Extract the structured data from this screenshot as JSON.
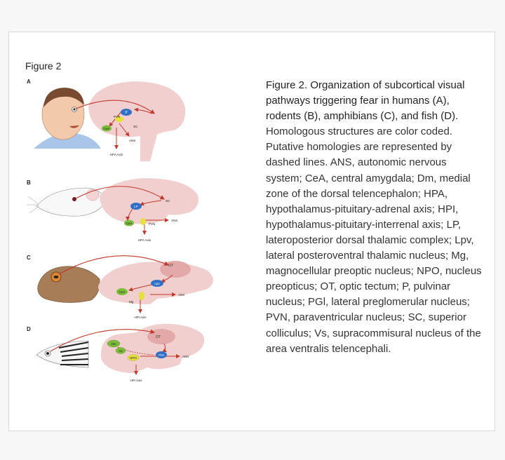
{
  "figure": {
    "label": "Figure 2",
    "panels": [
      {
        "letter": "A",
        "labels": {
          "p": "P",
          "pvn": "PVN",
          "sc": "SC",
          "cea": "CeA",
          "ans": "ANS",
          "axis": "HPA Axis"
        }
      },
      {
        "letter": "B",
        "labels": {
          "sc": "SC",
          "lp": "LP",
          "cea": "CeA",
          "pvn": "PVN",
          "ans": "ANS",
          "axis": "HPA Axis"
        }
      },
      {
        "letter": "C",
        "labels": {
          "ot": "OT",
          "lpv": "Lpv",
          "cea": "CeA",
          "mg": "Mg",
          "ans": "ANS",
          "axis": "HPI Axis"
        }
      },
      {
        "letter": "D",
        "labels": {
          "dm": "Dm",
          "vs": "Vs",
          "npo": "NPO",
          "ot": "OT",
          "pgl": "PGl",
          "ans": "ANS",
          "axis": "HPI Axis"
        }
      }
    ]
  },
  "caption": {
    "title": "Figure 2. Organization of subcortical visual pathways triggering fear in humans (A), rodents (B), amphibians (C), and fish (D).",
    "body": "Homologous structures are color coded. Putative homologies are represented by dashed lines. ANS, autonomic nervous system; CeA, central amygdala; Dm, medial zone of the dorsal telencephalon; HPA, hypothalamus-pituitary-adrenal axis; HPI, hypothalamus-pituitary-interrenal axis; LP, lateroposterior dorsal thalamic complex; Lpv, lateral posteroventral thalamic nucleus; Mg, magnocellular preoptic nucleus; NPO, nucleus preopticus; OT, optic tectum; P, pulvinar nucleus; PGl, lateral preglomerular nucleus; PVN, paraventricular nucleus; SC, superior colliculus; Vs, supracommisural nucleus of the area ventralis telencephali."
  },
  "colors": {
    "brain": "#f1cfcf",
    "pathway": "#c0392b",
    "thalamus": "#2f6fc6",
    "amygdala": "#7dbb3a",
    "hypothalamus": "#e6e03a",
    "tectum": "#e3a9a9"
  }
}
